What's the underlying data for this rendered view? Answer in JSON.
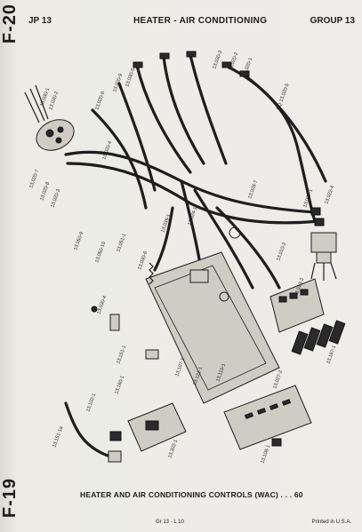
{
  "header": {
    "left": "JP 13",
    "center": "HEATER - AIR CONDITIONING",
    "right": "GROUP 13"
  },
  "spine": {
    "top": "F-20",
    "bottom": "F-19"
  },
  "caption": "HEATER AND AIR CONDITIONING CONTROLS (WAC) . . . 60",
  "footer": {
    "center": "Gr 13 - L 10",
    "right": "Printed in U.S.A."
  },
  "part_labels": [
    "13,030-1",
    "13,030-2",
    "13,020-7",
    "13,020-8",
    "13,020-3",
    "13,020-6",
    "13,020-4",
    "13,020-9",
    "13,030-5",
    "13,030-3",
    "13,020-2",
    "13,020-1",
    "PQ 13,020-5",
    "13,037-1",
    "13,022-4",
    "13,050-9",
    "13,050-10",
    "13,051-1",
    "13,030-6",
    "13,039-1",
    "13,024-1",
    "13,028-7",
    "13,010-2",
    "13,013-2",
    "13,030-4",
    "13,151-1",
    "13,107-1",
    "13,121-1",
    "13,110-1",
    "13,027-2",
    "13,167-1",
    "13,151-1a",
    "13,102-1",
    "13,160-1",
    "13,302-1",
    "13,108-1"
  ]
}
